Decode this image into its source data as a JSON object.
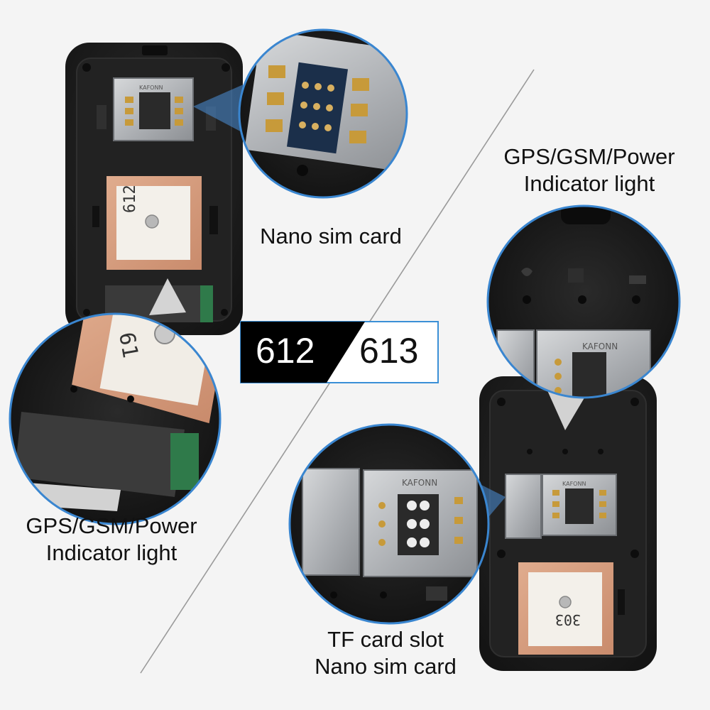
{
  "badge": {
    "left": "612",
    "right": "613",
    "accent": "#3a8fd6"
  },
  "labels": {
    "nano_top": "Nano sim card",
    "indicator_right_line1": "GPS/GSM/Power",
    "indicator_right_line2": "Indicator light",
    "indicator_left_line1": "GPS/GSM/Power",
    "indicator_left_line2": "Indicator light",
    "tf_line1": "TF card slot",
    "tf_line2": "Nano sim card"
  },
  "device_markings": {
    "antenna_612": "612",
    "antenna_303": "303",
    "antenna_zoom_partial": "61",
    "slot_brand_1": "KAFONN",
    "slot_brand_2": "KAFONN",
    "slot_brand_3": "KAFONN",
    "slot_brand_4": "KAFONN"
  },
  "colors": {
    "background": "#f4f4f4",
    "device_shell": "#1b1b1b",
    "ceramic_antenna": "#d49c7e",
    "sim_tray_metal": "#b9bcbf",
    "gold_contacts": "#c79a3a",
    "circle_border": "#3a86d0"
  }
}
